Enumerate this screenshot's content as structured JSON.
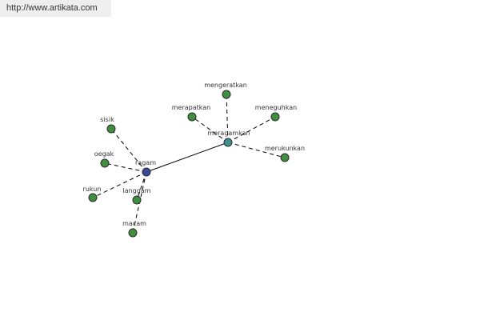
{
  "header": {
    "url_text": "http://www.artikata.com"
  },
  "colors": {
    "leaf_node": "#3f8f3f",
    "primary_node": "#3a4a9c",
    "secondary_node": "#3f8f8f",
    "node_stroke": "#2b2b2b"
  },
  "diagram": {
    "nodes": [
      {
        "id": "ragam",
        "label": "ragam",
        "kind": "primary"
      },
      {
        "id": "meragamkan",
        "label": "meragamkan",
        "kind": "secondary"
      },
      {
        "id": "sisik",
        "label": "sisik",
        "kind": "leaf"
      },
      {
        "id": "oegak",
        "label": "oegak",
        "kind": "leaf"
      },
      {
        "id": "rukun",
        "label": "rukun",
        "kind": "leaf"
      },
      {
        "id": "langgam",
        "label": "langgam",
        "kind": "leaf"
      },
      {
        "id": "macam",
        "label": "macam",
        "kind": "leaf"
      },
      {
        "id": "mengeratkan",
        "label": "mengeratkan",
        "kind": "leaf"
      },
      {
        "id": "merapatkan",
        "label": "merapatkan",
        "kind": "leaf"
      },
      {
        "id": "meneguhkan",
        "label": "meneguhkan",
        "kind": "leaf"
      },
      {
        "id": "merukunkan",
        "label": "merukunkan",
        "kind": "leaf"
      }
    ],
    "edges": [
      {
        "from": "ragam",
        "to": "meragamkan",
        "style": "solid"
      },
      {
        "from": "ragam",
        "to": "sisik",
        "style": "dashed"
      },
      {
        "from": "ragam",
        "to": "oegak",
        "style": "dashed"
      },
      {
        "from": "ragam",
        "to": "rukun",
        "style": "dashed"
      },
      {
        "from": "ragam",
        "to": "langgam",
        "style": "dashed"
      },
      {
        "from": "ragam",
        "to": "macam",
        "style": "dashed"
      },
      {
        "from": "meragamkan",
        "to": "mengeratkan",
        "style": "dashed"
      },
      {
        "from": "meragamkan",
        "to": "merapatkan",
        "style": "dashed"
      },
      {
        "from": "meragamkan",
        "to": "meneguhkan",
        "style": "dashed"
      },
      {
        "from": "meragamkan",
        "to": "merukunkan",
        "style": "dashed"
      }
    ]
  }
}
